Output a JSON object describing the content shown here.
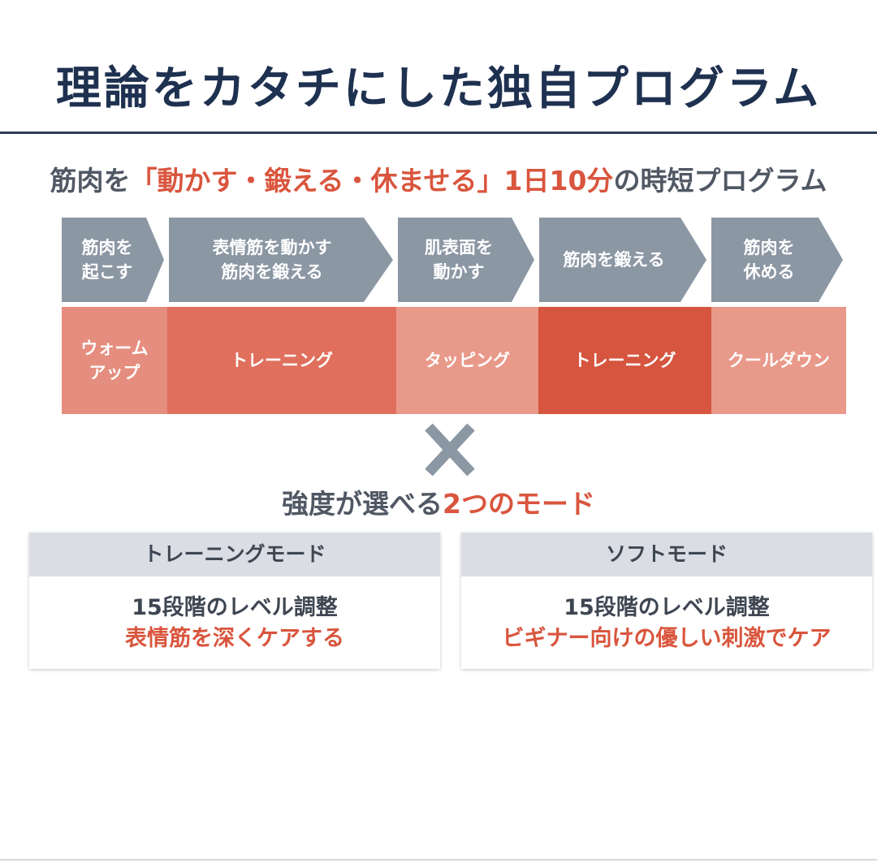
{
  "title": "理論をカタチにした独自プログラム",
  "subtitle": {
    "before": "筋肉を",
    "highlight": "「動かす・鍛える・休ませる」1日10分",
    "after": "の時短プログラム"
  },
  "steps": [
    {
      "label": "筋肉を\n起こす"
    },
    {
      "label": "表情筋を動かす\n筋肉を鍛える"
    },
    {
      "label": "肌表面を\n動かす"
    },
    {
      "label": "筋肉を鍛える"
    },
    {
      "label": "筋肉を\n休める"
    }
  ],
  "phases": [
    {
      "label": "ウォーム\nアップ",
      "color": "#e58d7e"
    },
    {
      "label": "トレーニング",
      "color": "#e0705d"
    },
    {
      "label": "タッピング",
      "color": "#e9998a"
    },
    {
      "label": "トレーニング",
      "color": "#d5553e"
    },
    {
      "label": "クールダウン",
      "color": "#e9998a"
    }
  ],
  "cross_icon_color": "#8c97a4",
  "modes_heading": {
    "before": "強度が選べる",
    "highlight": "2つのモード"
  },
  "modes": [
    {
      "name": "トレーニングモード",
      "line1": "15段階のレベル調整",
      "line2": "表情筋を深くケアする"
    },
    {
      "name": "ソフトモード",
      "line1": "15段階のレベル調整",
      "line2": "ビギナー向けの優しい刺激でケア"
    }
  ]
}
